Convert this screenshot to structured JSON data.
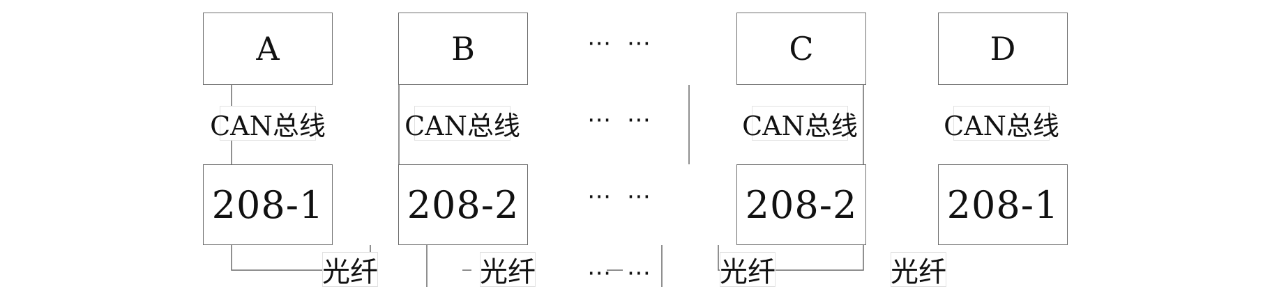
{
  "diagram": {
    "nodes": [
      {
        "id": "A",
        "top_label": "A",
        "bus_label": "CAN总线",
        "bottom_label": "208-1"
      },
      {
        "id": "B",
        "top_label": "B",
        "bus_label": "CAN总线",
        "bottom_label": "208-2"
      },
      {
        "id": "C",
        "top_label": "C",
        "bus_label": "CAN总线",
        "bottom_label": "208-2"
      },
      {
        "id": "D",
        "top_label": "D",
        "bus_label": "CAN总线",
        "bottom_label": "208-1"
      }
    ],
    "ellipsis": "⋯ ⋯",
    "fiber_labels": [
      "光纤",
      "光纤",
      "光纤",
      "光纤"
    ]
  }
}
